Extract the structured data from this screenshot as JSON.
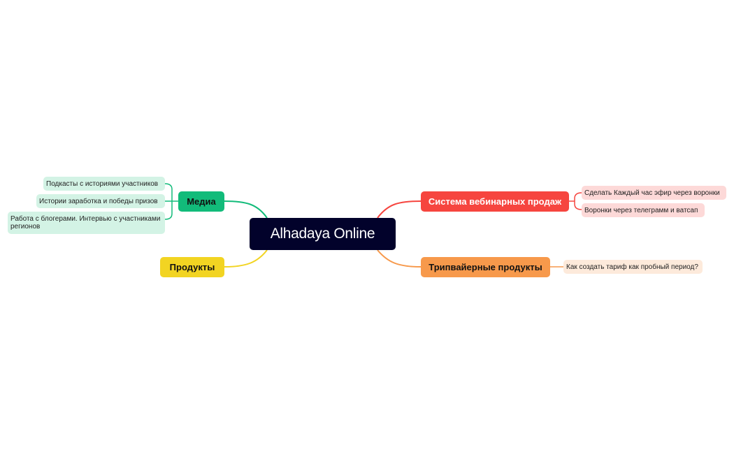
{
  "root": {
    "label": "Alhadaya Online",
    "color": "#02022b"
  },
  "branches": [
    {
      "label": "Система вебинарных продаж",
      "color": "#f6453f",
      "children": [
        {
          "label": "Сделать Каждый час эфир через воронки"
        },
        {
          "label": "Воронки через телеграмм и ватсап"
        }
      ]
    },
    {
      "label": "Трипвайерные продукты",
      "color": "#f7994b",
      "children": [
        {
          "label": "Как создать тариф как пробный период?"
        }
      ]
    },
    {
      "label": "Медиа",
      "color": "#12bb7a",
      "children": [
        {
          "label": "Подкасты с историями участников"
        },
        {
          "label": "Истории заработка и победы призов"
        },
        {
          "label": "Работа с блогерами. Интервью с участниками регионов"
        }
      ]
    },
    {
      "label": "Продукты",
      "color": "#f2d422",
      "children": []
    }
  ]
}
